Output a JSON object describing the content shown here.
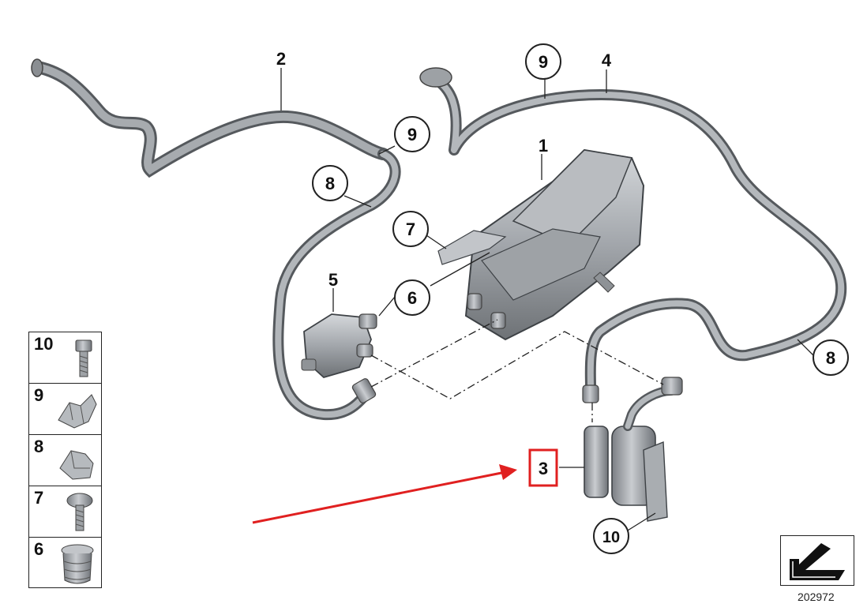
{
  "callouts": {
    "c1": "1",
    "c2": "2",
    "c3": "3",
    "c4": "4",
    "c5": "5",
    "c6": "6",
    "c7": "7",
    "c8a": "8",
    "c8b": "8",
    "c9a": "9",
    "c9b": "9",
    "c10": "10"
  },
  "legend": {
    "items": [
      {
        "label": "10",
        "icon": "bolt-icon"
      },
      {
        "label": "9",
        "icon": "double-clip-icon"
      },
      {
        "label": "8",
        "icon": "single-clip-icon"
      },
      {
        "label": "7",
        "icon": "torx-screw-icon"
      },
      {
        "label": "6",
        "icon": "grommet-icon"
      }
    ]
  },
  "reference": {
    "diagram_number": "202972"
  },
  "colors": {
    "highlight": "#e02020",
    "hose": "#8e9296",
    "part": "#9a9ea3"
  }
}
